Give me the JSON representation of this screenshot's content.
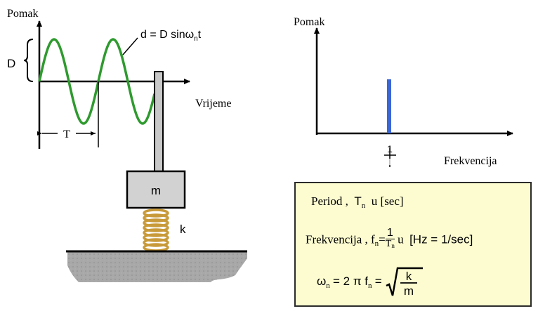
{
  "left_diagram": {
    "y_axis_label": "Pomak",
    "x_axis_label": "Vrijeme",
    "wave_equation": {
      "prefix": "d = D sin",
      "omega": "ω",
      "sub": "n",
      "suffix": "t"
    },
    "amplitude_label": "D",
    "period_label": "T",
    "mass_label": "m",
    "spring_label": "k",
    "wave_color": "#2e9a2e",
    "spring_color": "#c89a3a",
    "ground_color": "#a8a8a8"
  },
  "right_diagram": {
    "y_axis_label": "Pomak",
    "x_axis_label": "Frekvencija",
    "tick_label_num": "1",
    "tick_label_den": "T",
    "bar_color": "#3a66d6"
  },
  "formula_box": {
    "period": {
      "label": "Period ,",
      "symbol": "T",
      "sub": "n",
      "unit_word": "u",
      "unit": "[sec]"
    },
    "frequency": {
      "label": "Frekvencija ,",
      "symbol": "f",
      "sub": "n",
      "eq": "=",
      "num": "1",
      "den": "T",
      "den_sub": "n",
      "unit_word": "u",
      "unit": "[Hz = 1/sec]"
    },
    "omega": {
      "symbol": "ω",
      "sub": "n",
      "eq_text": "= 2 π f",
      "f_sub": "n",
      "eq2": "=",
      "num": "k",
      "den": "m"
    },
    "background": "#fcfcd0"
  }
}
